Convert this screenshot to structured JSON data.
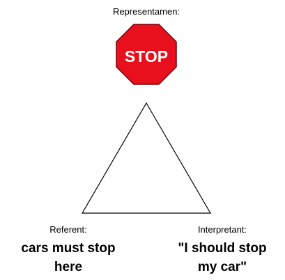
{
  "representamen": {
    "label": "Representamen:",
    "sign_text": "STOP"
  },
  "referent": {
    "label": "Referent:",
    "line1": "cars must stop",
    "line2": "here"
  },
  "interpretant": {
    "label": "Interpretant:",
    "line1": "\"I should stop",
    "line2": "my car\""
  },
  "colors": {
    "sign_fill": "#e8101c",
    "sign_border": "#7a0008",
    "sign_text": "#ffffff",
    "triangle_stroke": "#000000"
  }
}
